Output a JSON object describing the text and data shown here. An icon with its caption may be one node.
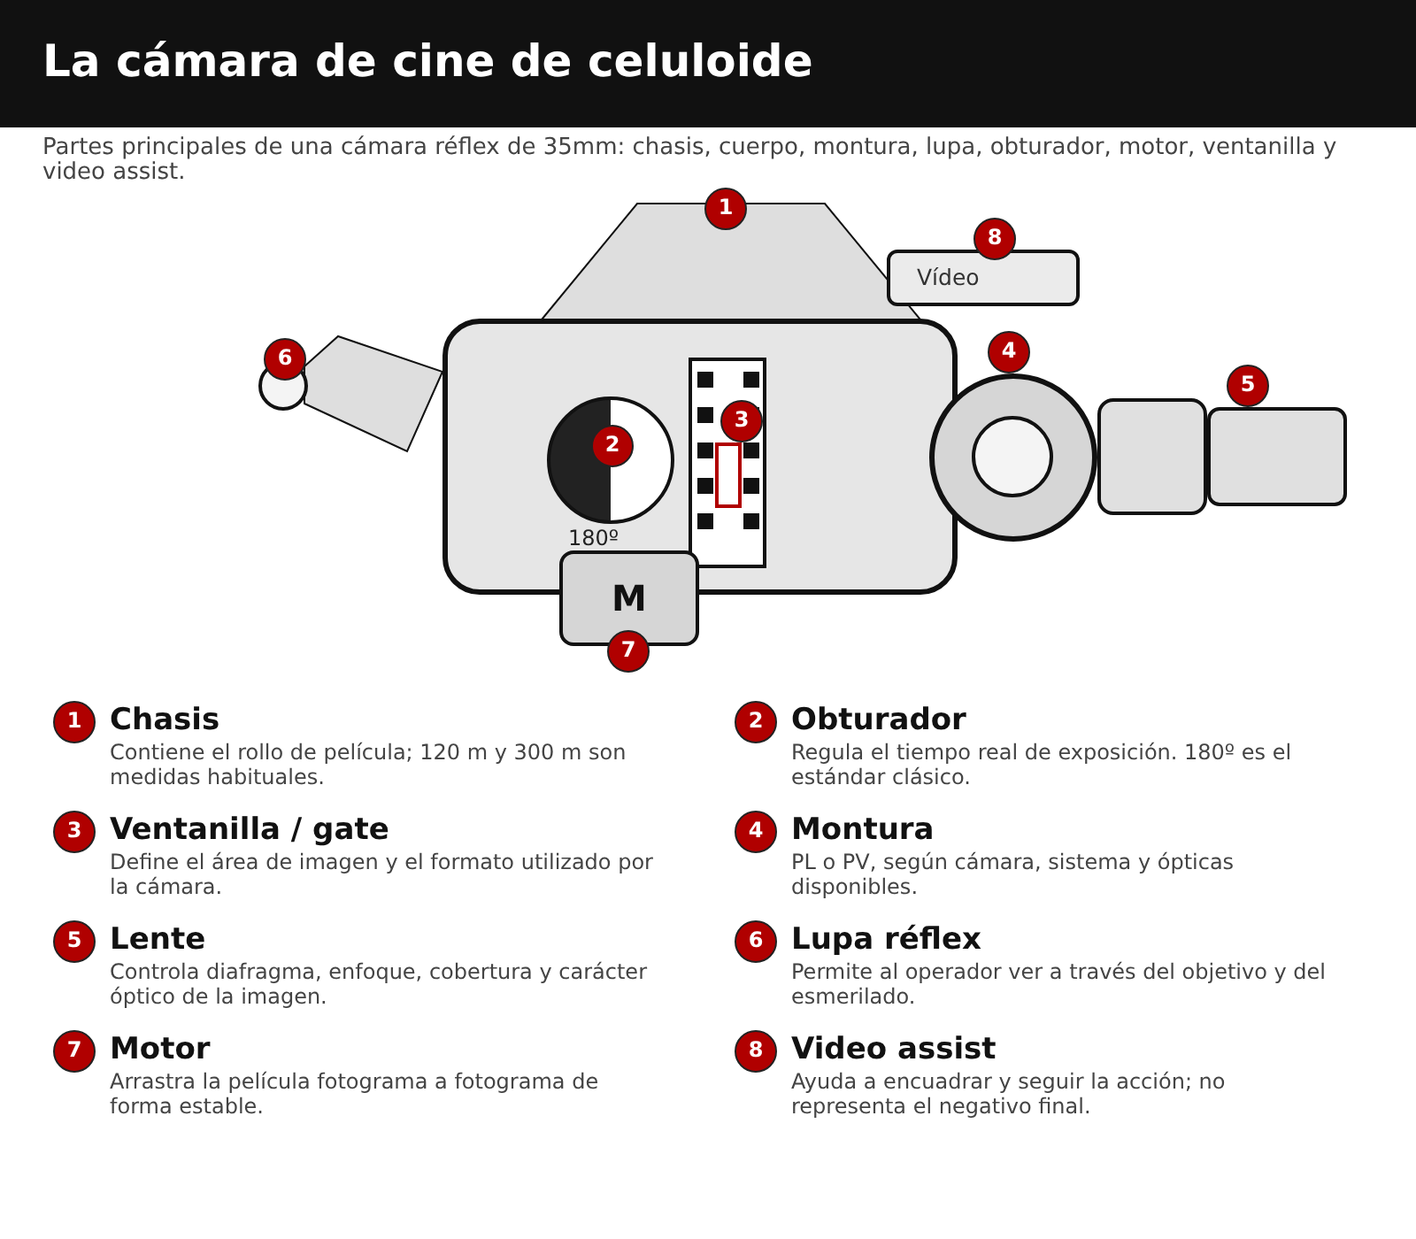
{
  "diagram": {
    "title": "La cámara de cine de celuloide",
    "nodes": [
      {
        "text": [],
        "shape": "trapezoid"
      },
      {
        "text": [
          "Vídeo"
        ],
        "beside": [
          "8"
        ]
      },
      {
        "text": [],
        "shape": "trapezoid"
      },
      {
        "text": [],
        "shape": "circle"
      },
      {
        "text": [],
        "shape": "box"
      },
      {
        "text": [],
        "shape": "circle",
        "in": 4
      },
      {
        "text": [],
        "shape": "box",
        "in": 4
      },
      {
        "text": [],
        "shape": "box",
        "in": 6
      },
      {
        "text": [],
        "shape": "circle"
      },
      {
        "text": [],
        "shape": "circle",
        "in": 8
      },
      {
        "text": [],
        "shape": "box"
      },
      {
        "text": [],
        "shape": "box"
      },
      {
        "text": [
          "M"
        ]
      }
    ],
    "labels": [
      "Partes principales de una cámara réflex de 35mm: chasis, cuerpo, montura, lupa, obturador, motor, ventanilla y video assist.",
      "1",
      "6",
      "4",
      "5",
      "2",
      "3",
      "180º",
      "7",
      "1",
      "Chasis",
      "Contiene el rollo de película; 120 m y 300 m son medidas habituales.",
      "2",
      "Obturador",
      "Regula el tiempo real de exposición. 180º es el estándar clásico.",
      "3",
      "Ventanilla / gate",
      "Define el área de imagen y el formato utilizado por la cámara.",
      "4",
      "Montura",
      "PL o PV, según cámara, sistema y ópticas disponibles.",
      "5",
      "Lente",
      "Controla diafragma, enfoque, cobertura y carácter óptico de la imagen.",
      "6",
      "Lupa réflex",
      "Permite al operador ver a través del objetivo y del esmerilado.",
      "7",
      "Motor",
      "Arrastra la película fotograma a fotograma de forma estable.",
      "8",
      "Video assist",
      "Ayuda a encuadrar y seguir la acción; no representa el negativo final."
    ]
  }
}
